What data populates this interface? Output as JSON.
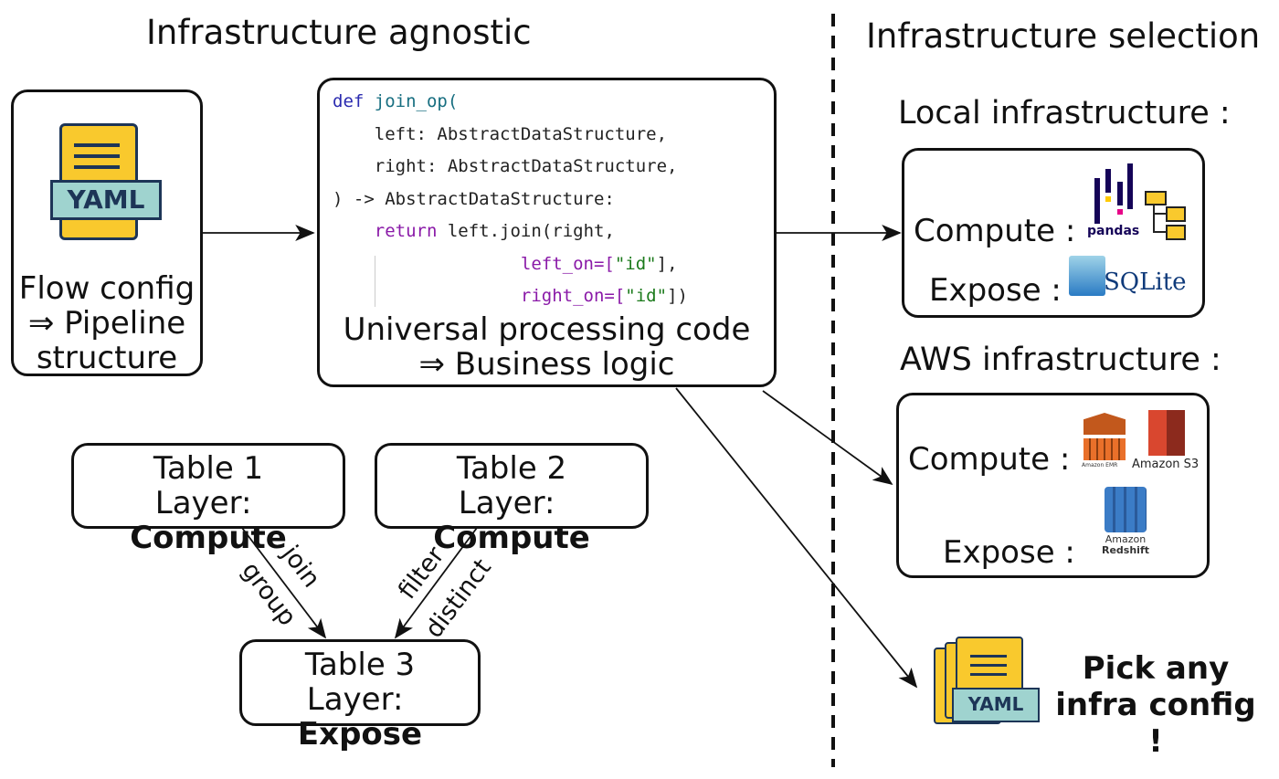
{
  "headings": {
    "left": "Infrastructure agnostic",
    "right": "Infrastructure selection"
  },
  "flow_box": {
    "icon": "yaml-file-icon",
    "icon_text": "YAML",
    "line1": "Flow config",
    "line2": "⇒ Pipeline",
    "line3": "structure"
  },
  "code_box": {
    "code": {
      "l1_kw": "def",
      "l1_fn": "join_op(",
      "l2": "left: AbstractDataStructure,",
      "l3": "right: AbstractDataStructure,",
      "l4": ") -> AbstractDataStructure:",
      "l5_kw": "return",
      "l5": "left.join(right,",
      "l6_a": "left_on=[",
      "l6_s": "\"id\"",
      "l6_b": "],",
      "l7_a": "right_on=[",
      "l7_s": "\"id\"",
      "l7_b": "])"
    },
    "line1": "Universal processing code",
    "line2": "⇒ Business logic"
  },
  "tables": [
    {
      "name": "Table 1",
      "layer_label": "Layer:",
      "layer": "Compute"
    },
    {
      "name": "Table 2",
      "layer_label": "Layer:",
      "layer": "Compute"
    },
    {
      "name": "Table 3",
      "layer_label": "Layer:",
      "layer": "Expose"
    }
  ],
  "edge_labels": {
    "join": "join",
    "group": "group",
    "filter": "filter",
    "distinct": "distinct"
  },
  "local": {
    "title": "Local infrastructure :",
    "compute": "Compute :",
    "expose": "Expose :",
    "logos": {
      "pandas": "pandas",
      "sqlite": "SQLite"
    }
  },
  "aws": {
    "title": "AWS infrastructure :",
    "compute": "Compute :",
    "expose": "Expose :",
    "logos": {
      "emr": "Amazon EMR",
      "s3": "Amazon S3",
      "redshift_1": "Amazon",
      "redshift_2": "Redshift"
    }
  },
  "pick": {
    "line1": "Pick any",
    "line2": "infra config !",
    "icon_text": "YAML"
  },
  "colors": {
    "yaml_yellow": "#f9c92d",
    "yaml_teal": "#9fd3cf",
    "yaml_navy": "#1d3557",
    "aws_orange": "#e9702a",
    "aws_red": "#d9472f",
    "aws_blue": "#3b7cc6"
  }
}
